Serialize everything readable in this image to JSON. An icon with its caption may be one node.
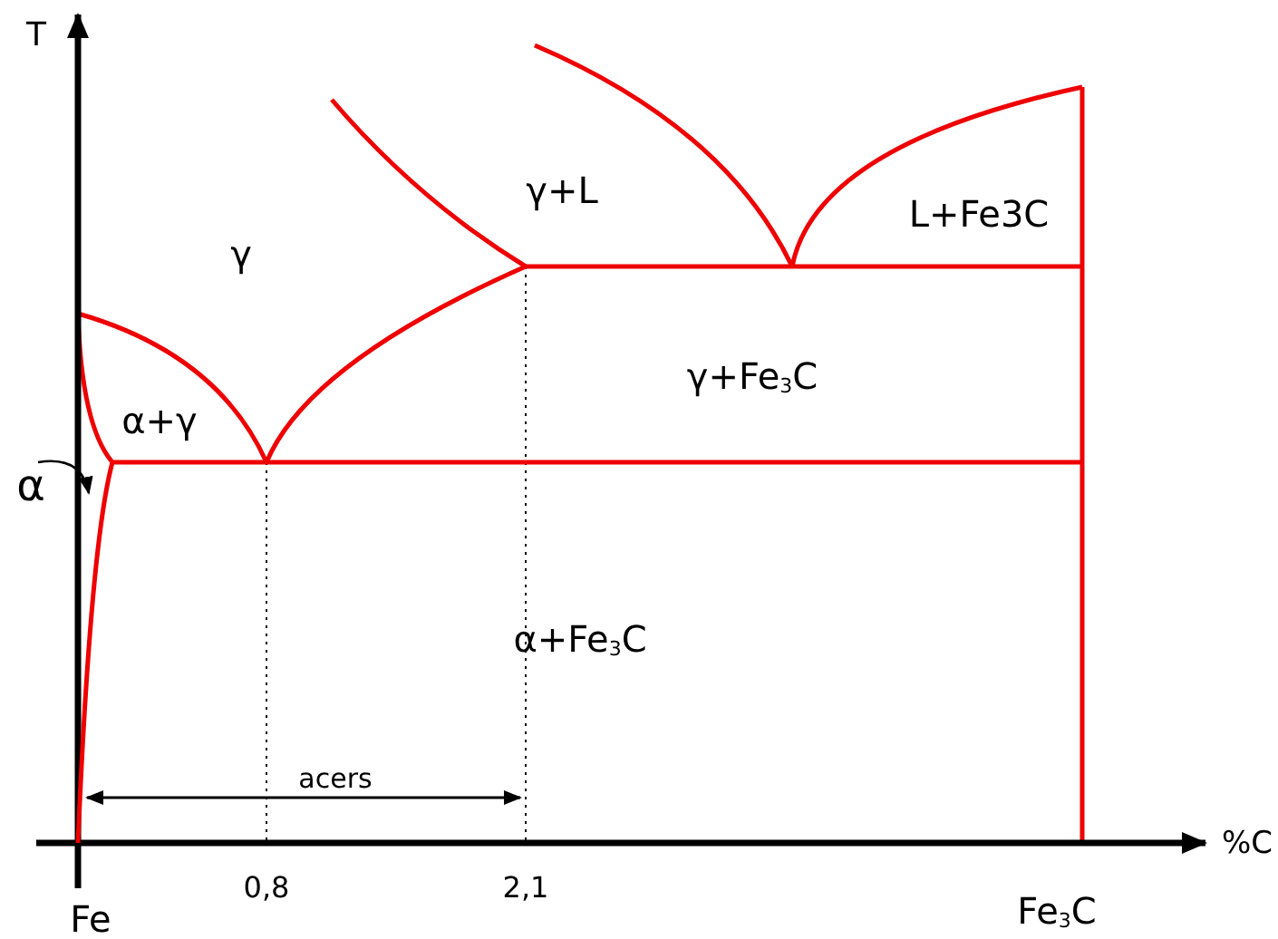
{
  "diagram": {
    "nodes": [
      {
        "text": [
          "α"
        ]
      },
      {
        "text": [],
        "shape": "area"
      }
    ],
    "edges": [
      {
        "from": 0,
        "to": 1,
        "arrow": "to"
      }
    ],
    "labels": [
      "T",
      "γ+L",
      "L+Fe3C",
      "γ",
      "γ+Fe$_{3}$C",
      "α+γ",
      "α+Fe$_{3}$C",
      "acers",
      "%C",
      "0,8",
      "2,1",
      "Fe",
      "Fe$_{3}$C"
    ]
  }
}
